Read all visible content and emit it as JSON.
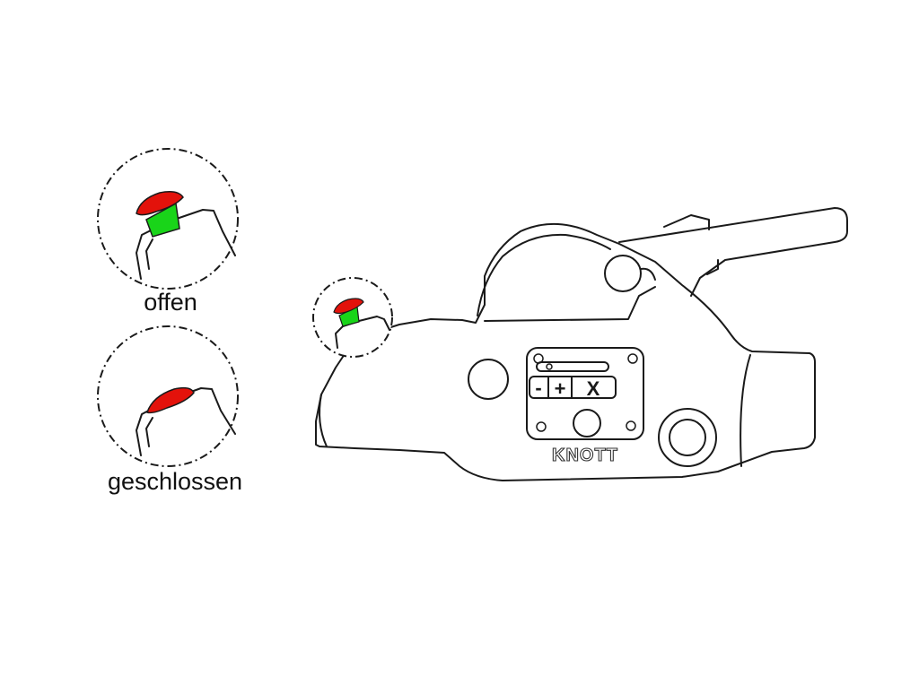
{
  "legend": {
    "open_label": "offen",
    "closed_label": "geschlossen"
  },
  "coupling": {
    "brand": "KNOTT",
    "wear_indicator": {
      "minus": "-",
      "plus": "+",
      "x": "X"
    }
  },
  "colors": {
    "indicator_cap": "#e3120b",
    "indicator_stem": "#19d419",
    "outline": "#1a1a1a"
  }
}
